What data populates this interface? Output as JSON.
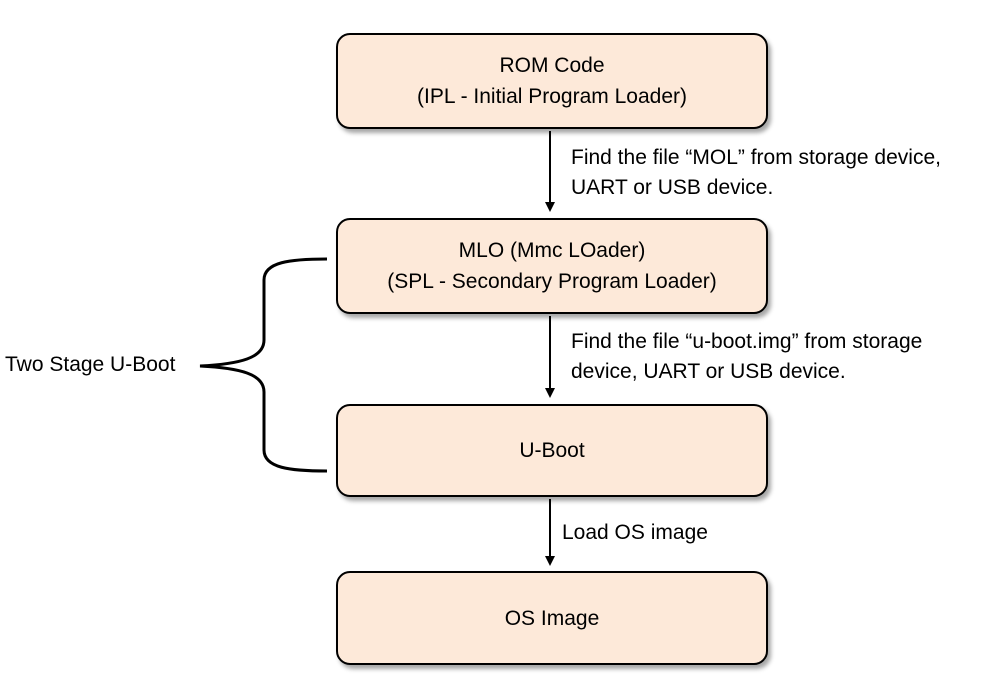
{
  "boxes": [
    {
      "line1": "ROM Code",
      "line2": "(IPL - Initial Program Loader)"
    },
    {
      "line1": "MLO (Mmc LOader)",
      "line2": "(SPL - Secondary Program Loader)"
    },
    {
      "line1": "U-Boot",
      "line2": ""
    },
    {
      "line1": "OS Image",
      "line2": ""
    }
  ],
  "edges": [
    {
      "line1": "Find the file “MOL” from storage device,",
      "line2": "UART or USB device."
    },
    {
      "line1": "Find the file “u-boot.img” from storage",
      "line2": "device, UART or USB device."
    },
    {
      "line1": "Load OS image",
      "line2": ""
    }
  ],
  "bracket": {
    "label": "Two Stage U-Boot"
  }
}
